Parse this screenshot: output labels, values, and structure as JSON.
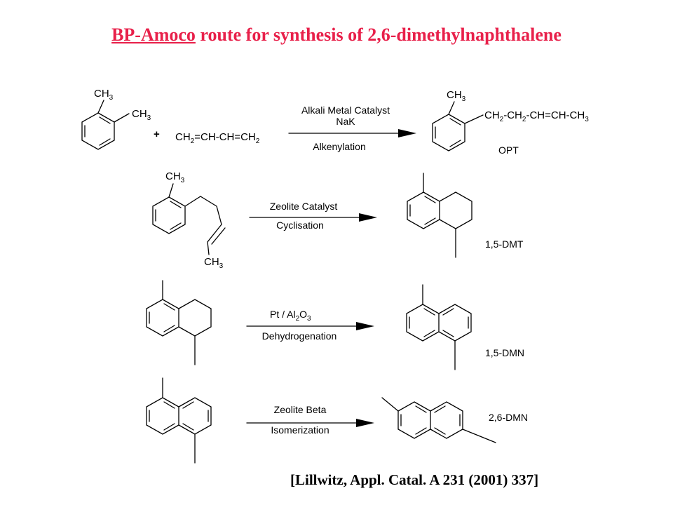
{
  "title": {
    "underlined": "BP-Amoco",
    "rest": " route for synthesis of 2,6-dimethylnaphthalene",
    "color": "#e8204a"
  },
  "citation": "[Lillwitz, Appl. Catal. A 231 (2001) 337]",
  "steps": [
    {
      "reagents": {
        "plus": "+",
        "ch2_a": "CH",
        "sub_a": "2",
        "mid": "=CH-CH=",
        "ch2_b": "CH",
        "sub_b": "2"
      },
      "catalyst_line1": "Alkali Metal Catalyst",
      "catalyst_line2": "NaK",
      "process": "Alkenylation",
      "product_label": "OPT",
      "product_chain": {
        "p1": "CH",
        "s1": "2",
        "p2": "-CH",
        "s2": "2",
        "p3": "-CH=CH-CH",
        "s3": "3"
      },
      "methyl_a": "CH",
      "methyl_a_sub": "3",
      "methyl_b": "CH",
      "methyl_b_sub": "3",
      "product_methyl": "CH",
      "product_methyl_sub": "3"
    },
    {
      "catalyst_line1": "Zeolite Catalyst",
      "process": "Cyclisation",
      "product_label": "1,5-DMT",
      "methyl_top": "CH",
      "methyl_top_sub": "3",
      "methyl_bottom": "CH",
      "methyl_bottom_sub": "3"
    },
    {
      "catalyst_a": "Pt / Al",
      "catalyst_sub_a": "2",
      "catalyst_b": "O",
      "catalyst_sub_b": "3",
      "process": "Dehydrogenation",
      "product_label": "1,5-DMN"
    },
    {
      "catalyst_line1": "Zeolite Beta",
      "process": "Isomerization",
      "product_label": "2,6-DMN"
    }
  ]
}
